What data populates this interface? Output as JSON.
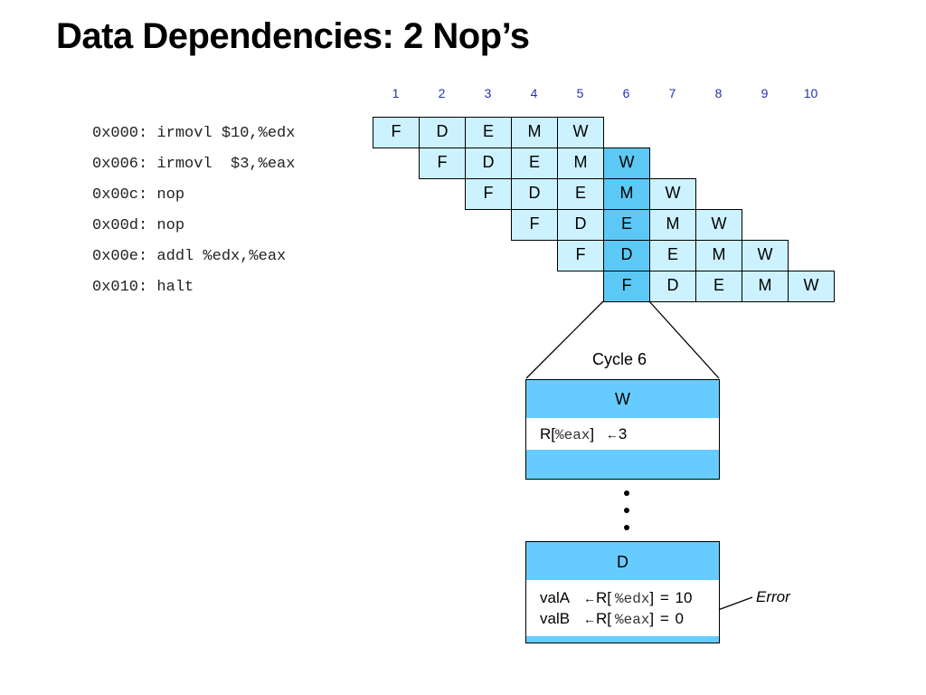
{
  "title": "Data Dependencies: 2 Nop’s",
  "cycles": [
    "1",
    "2",
    "3",
    "4",
    "5",
    "6",
    "7",
    "8",
    "9",
    "10"
  ],
  "instructions": [
    "0x000: irmovl $10,%edx",
    "0x006: irmovl  $3,%eax",
    "0x00c: nop",
    "0x00d: nop",
    "0x00e: addl %edx,%eax",
    "0x010: halt"
  ],
  "stages": [
    "F",
    "D",
    "E",
    "M",
    "W"
  ],
  "highlight_cycle": "6",
  "cycle_label": "Cycle 6",
  "w_box": {
    "header": "W",
    "prefix": "R[",
    "reg": "%eax",
    "suffix": "]",
    "arrow": "←",
    "value": "3"
  },
  "d_box": {
    "header": "D",
    "rows": [
      {
        "name": "valA",
        "arrow": "←",
        "prefix": "R[",
        "reg": "%edx",
        "suffix": "]",
        "eq": "=",
        "value": "10"
      },
      {
        "name": "valB",
        "arrow": "←",
        "prefix": "R[",
        "reg": "%eax",
        "suffix": "]",
        "eq": "=",
        "value": "0"
      }
    ]
  },
  "error_label": "Error",
  "colors": {
    "light_cell": "#ccf2ff",
    "highlight": "#5cc8f5",
    "box_header": "#66ccff",
    "cycle_numbers": "#2233aa"
  }
}
